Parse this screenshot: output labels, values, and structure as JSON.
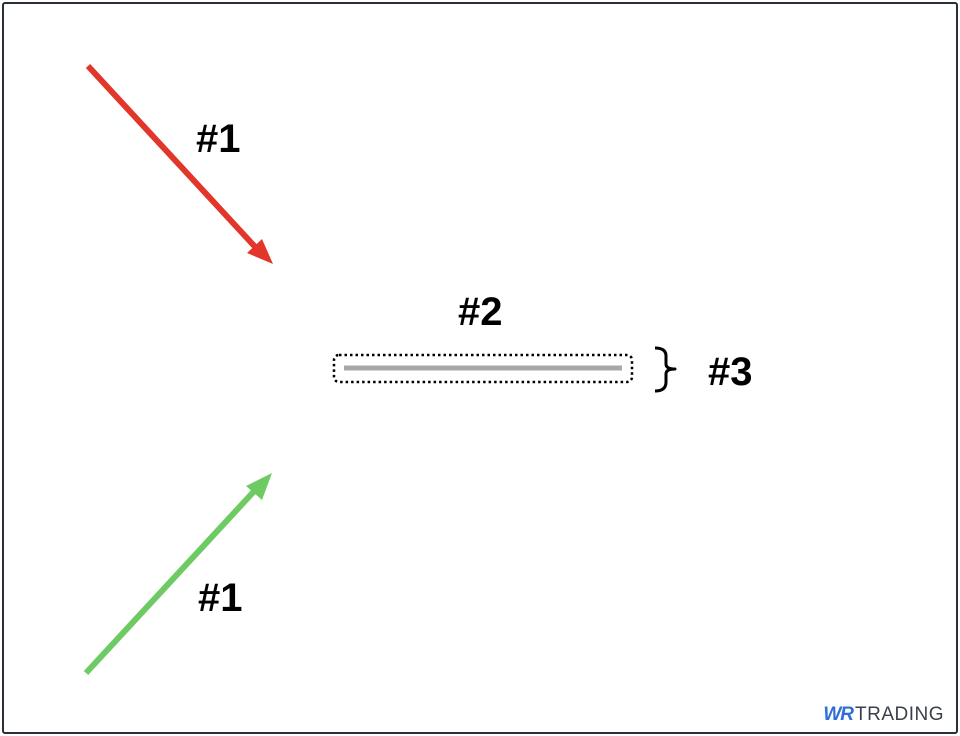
{
  "labels": {
    "top_arrow": "#1",
    "bottom_arrow": "#1",
    "range_line": "#2",
    "range_height": "#3"
  },
  "logo": {
    "mark": "WR",
    "word": "TRADING"
  },
  "colors": {
    "down_arrow": "#e2362b",
    "up_arrow": "#6ecb63",
    "range_line": "#a8a8a8",
    "text": "#000000",
    "logo_mark": "#2f6fd6",
    "border": "#2b2f3a"
  }
}
